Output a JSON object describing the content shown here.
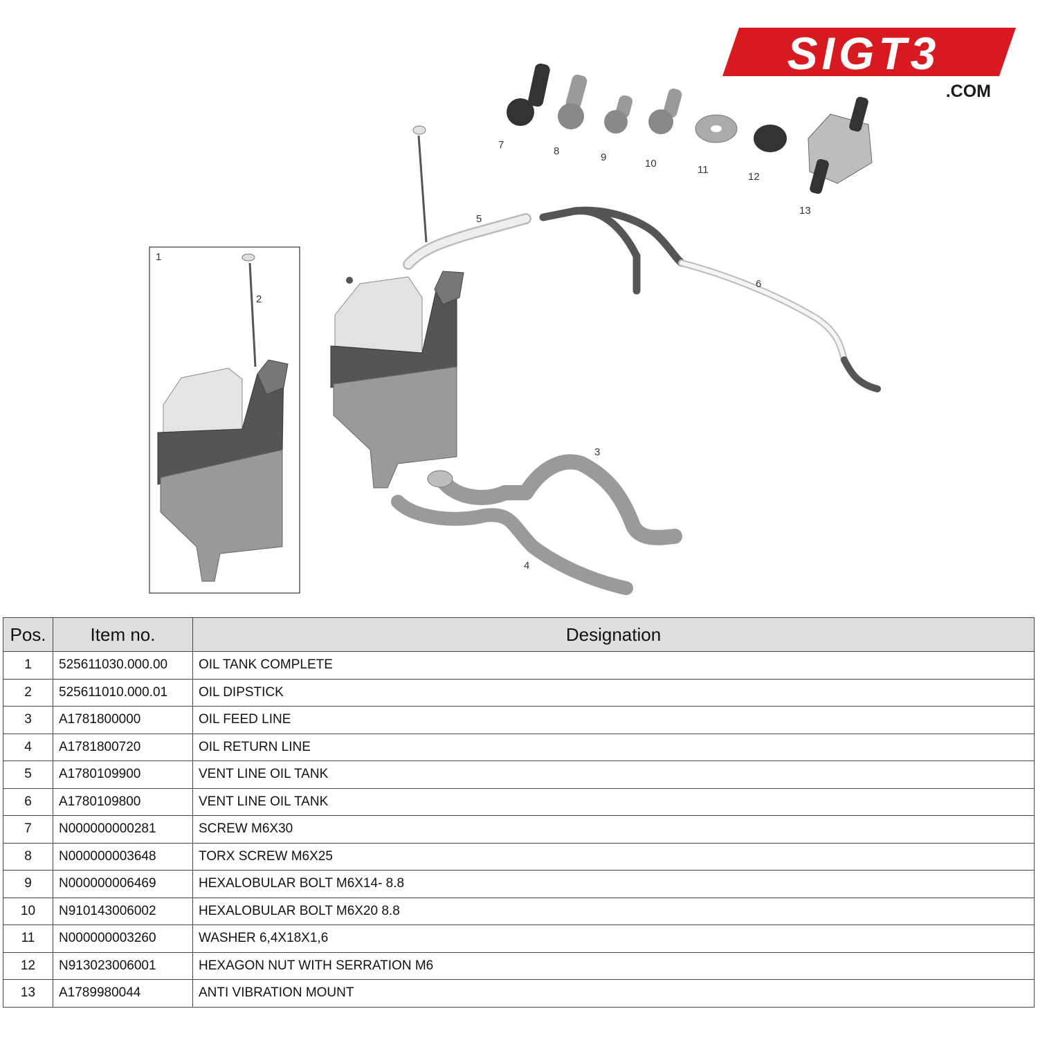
{
  "brand": {
    "logo_text": "SIGT3",
    "domain": ".COM",
    "color": "#d71920"
  },
  "diagram": {
    "callouts": [
      "1",
      "2",
      "3",
      "4",
      "5",
      "6",
      "7",
      "8",
      "9",
      "10",
      "11",
      "12",
      "13"
    ]
  },
  "table": {
    "headers": {
      "pos": "Pos.",
      "item": "Item no.",
      "designation": "Designation"
    },
    "rows": [
      {
        "pos": "1",
        "item": "525611030.000.00",
        "designation": "OIL TANK COMPLETE"
      },
      {
        "pos": "2",
        "item": "525611010.000.01",
        "designation": "OIL DIPSTICK"
      },
      {
        "pos": "3",
        "item": "A1781800000",
        "designation": "OIL FEED LINE"
      },
      {
        "pos": "4",
        "item": "A1781800720",
        "designation": "OIL RETURN LINE"
      },
      {
        "pos": "5",
        "item": "A1780109900",
        "designation": "VENT LINE OIL TANK"
      },
      {
        "pos": "6",
        "item": "A1780109800",
        "designation": "VENT LINE OIL TANK"
      },
      {
        "pos": "7",
        "item": "N000000000281",
        "designation": "SCREW M6X30"
      },
      {
        "pos": "8",
        "item": "N000000003648",
        "designation": "TORX SCREW M6X25"
      },
      {
        "pos": "9",
        "item": "N000000006469",
        "designation": "HEXALOBULAR BOLT M6X14- 8.8"
      },
      {
        "pos": "10",
        "item": "N910143006002",
        "designation": "HEXALOBULAR BOLT M6X20 8.8"
      },
      {
        "pos": "11",
        "item": "N000000003260",
        "designation": "WASHER 6,4X18X1,6"
      },
      {
        "pos": "12",
        "item": "N913023006001",
        "designation": "HEXAGON NUT WITH SERRATION M6"
      },
      {
        "pos": "13",
        "item": "A1789980044",
        "designation": "ANTI VIBRATION MOUNT"
      }
    ]
  }
}
